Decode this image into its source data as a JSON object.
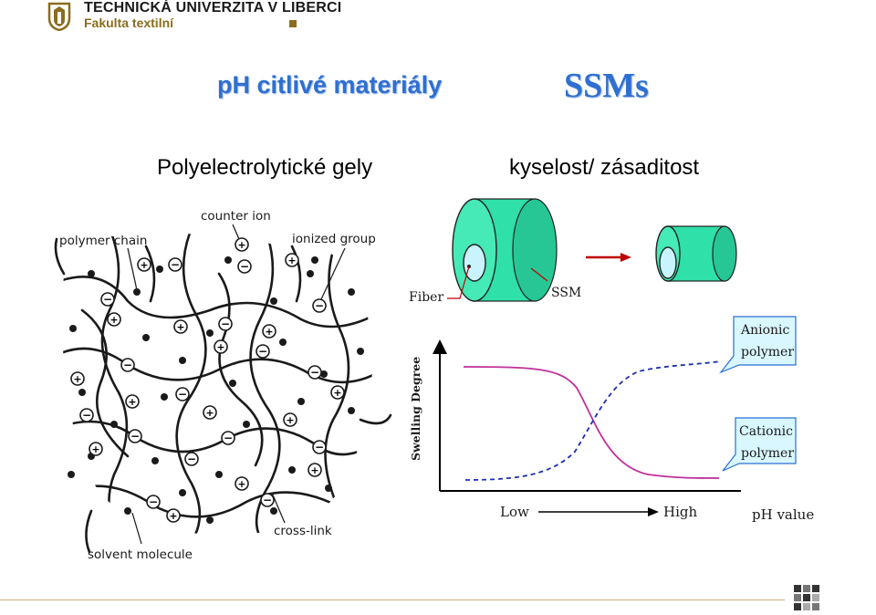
{
  "header": {
    "university": "TECHNICKÁ UNIVERZITA V LIBERCI",
    "faculty": "Fakulta textilní"
  },
  "title": {
    "left": "pH citlivé materiály",
    "right": "SSMs"
  },
  "subtitle": {
    "left": "Polyelectrolytické gely",
    "right": "kyselost/ zásaditost"
  },
  "gel_diagram": {
    "labels": {
      "polymer_chain": "polymer chain",
      "counter_ion": "counter ion",
      "ionized_group": "ionized group",
      "cross_link": "cross-link",
      "solvent_molecule": "solvent molecule"
    },
    "plus_symbol": "+",
    "minus_symbol": "−"
  },
  "fiber_diagram": {
    "fiber_label": "Fiber",
    "ssm_label": "SSM",
    "colors": {
      "ssm": "#2fe0a8",
      "core": "#c9f4ff",
      "arrow": "#c00000"
    }
  },
  "swelling_chart": {
    "ylabel": "Swelling Degree",
    "xlabel": "pH value",
    "x_low": "Low",
    "x_high": "High",
    "anionic_label_line1": "Anionic",
    "anionic_label_line2": "polymer",
    "cationic_label_line1": "Cationic",
    "cationic_label_line2": "polymer",
    "colors": {
      "cationic_curve": "#c0309a",
      "anionic_curve": "#1e2fb0",
      "callout_fill": "#d8f7ff",
      "callout_border": "#2a6fd0"
    }
  },
  "colors": {
    "title": "#2f6fd0",
    "faculty": "#8a6d1e",
    "footer_line": "#c9b27a"
  }
}
